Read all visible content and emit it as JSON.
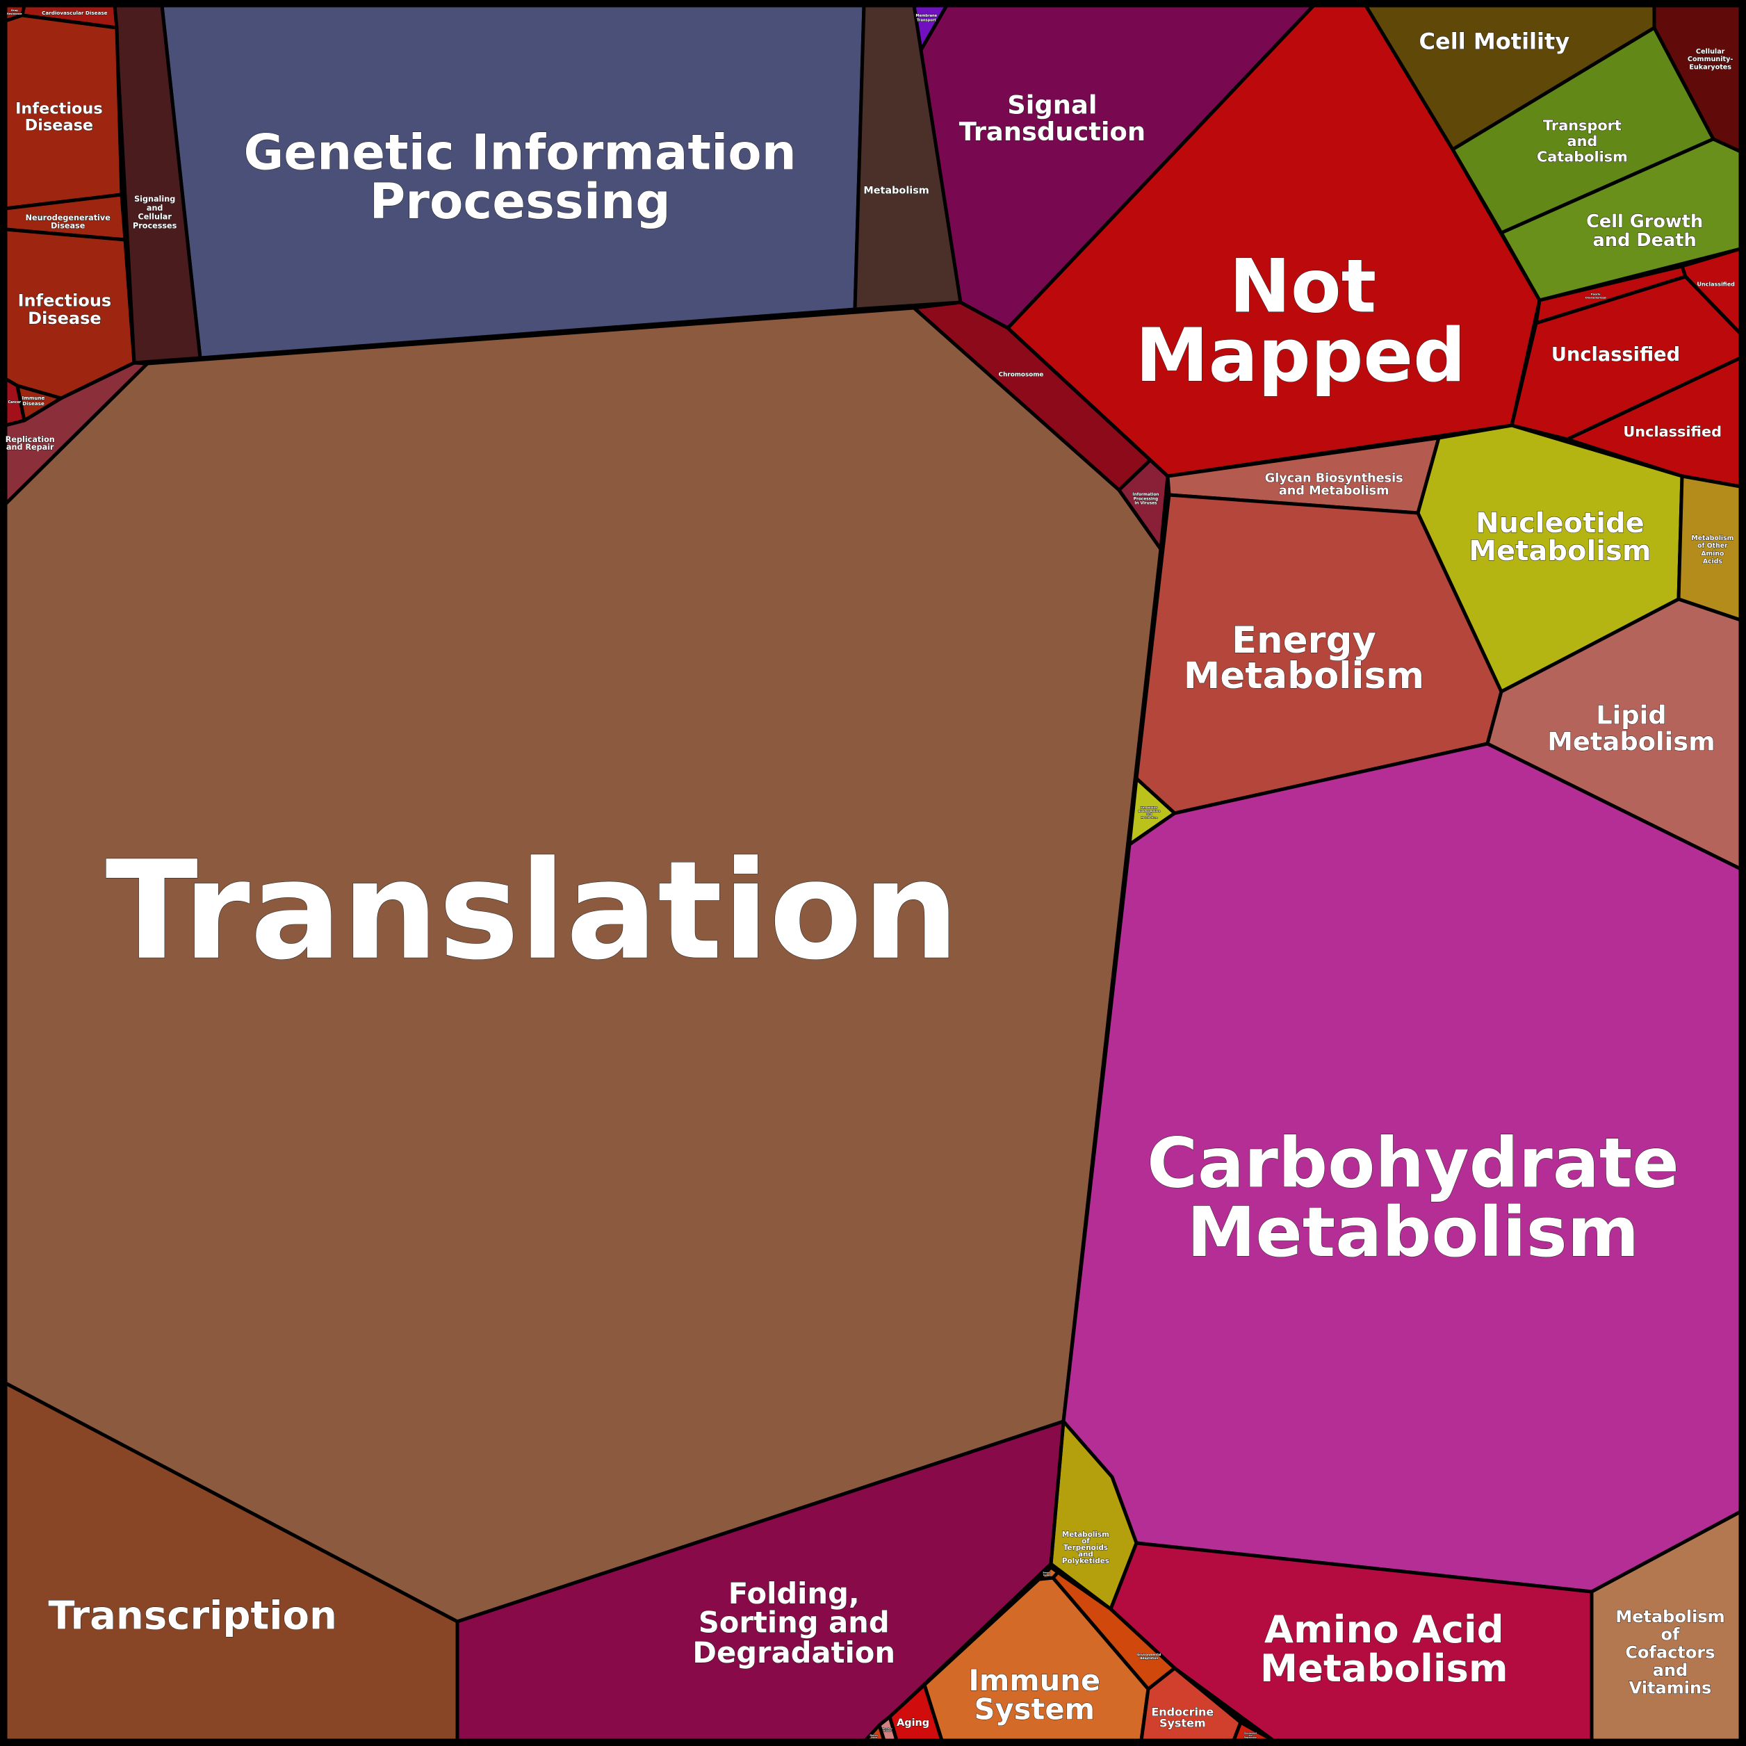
{
  "cells": [
    {
      "id": "translation",
      "color": "#8b5a3f",
      "lines": [
        "Translation"
      ]
    },
    {
      "id": "genetic-information-processing",
      "color": "#4b5078",
      "lines": [
        "Genetic Information",
        "Processing"
      ]
    },
    {
      "id": "metabolism",
      "color": "#4a3028",
      "lines": [
        "Metabolism"
      ]
    },
    {
      "id": "signaling-cellular-processes",
      "color": "#4a1c1e",
      "lines": [
        "Signaling",
        "and",
        "Cellular",
        "Processes"
      ]
    },
    {
      "id": "drug-resistance",
      "color": "#a01810",
      "lines": [
        "Drug",
        "Resistance"
      ]
    },
    {
      "id": "cardiovascular-disease",
      "color": "#a01810",
      "lines": [
        "Cardiovascular Disease"
      ]
    },
    {
      "id": "infectious-disease-1",
      "color": "#9e2510",
      "lines": [
        "Infectious",
        "Disease"
      ]
    },
    {
      "id": "neurodegenerative-disease",
      "color": "#9e2510",
      "lines": [
        "Neurodegenerative",
        "Disease"
      ]
    },
    {
      "id": "infectious-disease-2",
      "color": "#9e2510",
      "lines": [
        "Infectious",
        "Disease"
      ]
    },
    {
      "id": "cancer",
      "color": "#a3101a",
      "lines": [
        "Cancer"
      ]
    },
    {
      "id": "immune-disease",
      "color": "#9e2510",
      "lines": [
        "Immune",
        "Disease"
      ]
    },
    {
      "id": "replication-and-repair",
      "color": "#8b2f3a",
      "lines": [
        "Replication",
        "and Repair"
      ]
    },
    {
      "id": "membrane-transport",
      "color": "#7010c0",
      "lines": [
        "Membrane",
        "Transport"
      ]
    },
    {
      "id": "signal-transduction",
      "color": "#780850",
      "lines": [
        "Signal",
        "Transduction"
      ]
    },
    {
      "id": "chromosome",
      "color": "#8c0a1a",
      "lines": [
        "Chromosome"
      ]
    },
    {
      "id": "information-processing-in-viruses",
      "color": "#8a2038",
      "lines": [
        "Information",
        "Processing",
        "in Viruses"
      ]
    },
    {
      "id": "not-mapped",
      "color": "#bc0a0c",
      "lines": [
        "Not",
        "Mapped"
      ]
    },
    {
      "id": "cell-motility",
      "color": "#604808",
      "lines": [
        "Cell Motility"
      ]
    },
    {
      "id": "transport-and-catabolism",
      "color": "#628818",
      "lines": [
        "Transport",
        "and",
        "Catabolism"
      ]
    },
    {
      "id": "cell-growth-and-death",
      "color": "#68901a",
      "lines": [
        "Cell Growth",
        "and Death"
      ]
    },
    {
      "id": "cellular-community-eukaryotes",
      "color": "#600a0a",
      "lines": [
        "Cellular",
        "Community-",
        "Eukaryotes"
      ]
    },
    {
      "id": "poorly-characterized",
      "color": "#bc0a0c",
      "lines": [
        "Poorly",
        "Characterized"
      ]
    },
    {
      "id": "unclassified-small",
      "color": "#bc0a0c",
      "lines": [
        "Unclassified"
      ]
    },
    {
      "id": "unclassified-1",
      "color": "#bc0a0c",
      "lines": [
        "Unclassified"
      ]
    },
    {
      "id": "unclassified-2",
      "color": "#bc0a0c",
      "lines": [
        "Unclassified"
      ]
    },
    {
      "id": "glycan-biosynthesis",
      "color": "#b55a4e",
      "lines": [
        "Glycan Biosynthesis",
        "and Metabolism"
      ]
    },
    {
      "id": "energy-metabolism",
      "color": "#b4463c",
      "lines": [
        "Energy",
        "Metabolism"
      ]
    },
    {
      "id": "xenobiotics",
      "color": "#bcc21c",
      "lines": [
        "Xenobiotics",
        "Biodegradation",
        "and",
        "Metabolism"
      ]
    },
    {
      "id": "nucleotide-metabolism",
      "color": "#b4b412",
      "lines": [
        "Nucleotide",
        "Metabolism"
      ]
    },
    {
      "id": "metabolism-other-amino-acids",
      "color": "#b48c1c",
      "lines": [
        "Metabolism",
        "of Other",
        "Amino",
        "Acids"
      ]
    },
    {
      "id": "lipid-metabolism",
      "color": "#b4645a",
      "lines": [
        "Lipid",
        "Metabolism"
      ]
    },
    {
      "id": "carbohydrate-metabolism",
      "color": "#b42e96",
      "lines": [
        "Carbohydrate",
        "Metabolism"
      ]
    },
    {
      "id": "terpenoids-polyketides",
      "color": "#b4a00c",
      "lines": [
        "Metabolism",
        "of",
        "Terpenoids",
        "and",
        "Polyketides"
      ]
    },
    {
      "id": "amino-acid-metabolism",
      "color": "#b40c40",
      "lines": [
        "Amino Acid",
        "Metabolism"
      ]
    },
    {
      "id": "cofactors-vitamins",
      "color": "#b47850",
      "lines": [
        "Metabolism",
        "of",
        "Cofactors",
        "and",
        "Vitamins"
      ]
    },
    {
      "id": "transcription",
      "color": "#884626",
      "lines": [
        "Transcription"
      ]
    },
    {
      "id": "folding-sorting-degradation",
      "color": "#880a48",
      "lines": [
        "Folding,",
        "Sorting and",
        "Degradation"
      ]
    },
    {
      "id": "immune-system",
      "color": "#d46a28",
      "lines": [
        "Immune",
        "System"
      ]
    },
    {
      "id": "environmental-adaptation",
      "color": "#d0480c",
      "lines": [
        "Environmental",
        "Adaptation"
      ]
    },
    {
      "id": "sensory-system",
      "color": "#d46a28",
      "lines": [
        "Sensory",
        "System"
      ]
    },
    {
      "id": "endocrine-system",
      "color": "#d0402c",
      "lines": [
        "Endocrine",
        "System"
      ]
    },
    {
      "id": "development-regeneration",
      "color": "#d02010",
      "lines": [
        "Development",
        "and",
        "Regeneration"
      ]
    },
    {
      "id": "aging",
      "color": "#d00c0c",
      "lines": [
        "Aging"
      ]
    },
    {
      "id": "excretory-system",
      "color": "#d48080",
      "lines": [
        "Excretory",
        "System"
      ]
    },
    {
      "id": "digestive-system",
      "color": "#d04010",
      "lines": [
        "Digestive",
        "System"
      ]
    }
  ]
}
